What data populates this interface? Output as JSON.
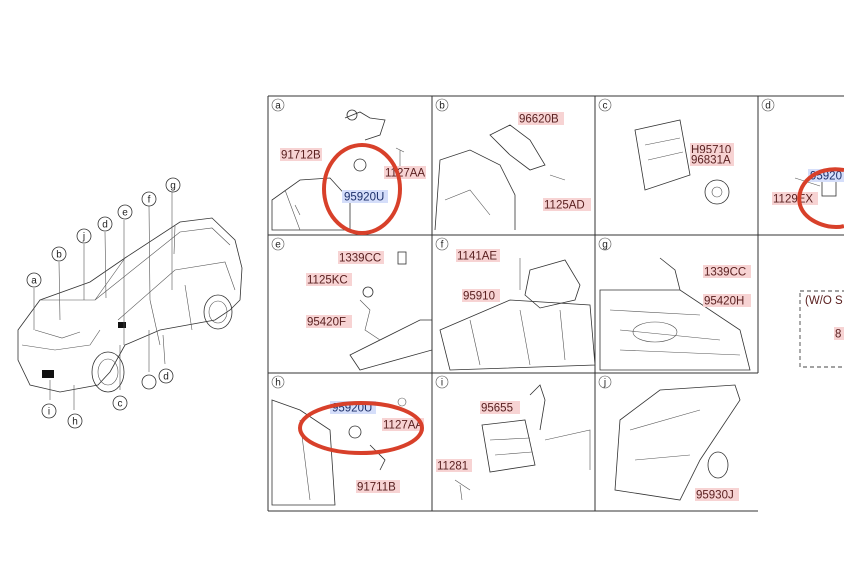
{
  "vehicle_callouts": [
    "a",
    "b",
    "c",
    "d",
    "e",
    "f",
    "g",
    "h",
    "i",
    "j",
    "d"
  ],
  "panels": {
    "a": {
      "letter": "a",
      "labels": [
        "91712B",
        "1127AA",
        "95920U"
      ]
    },
    "b": {
      "letter": "b",
      "labels": [
        "96620B",
        "1125AD"
      ]
    },
    "c": {
      "letter": "c",
      "labels": [
        "H95710",
        "96831A"
      ]
    },
    "d": {
      "letter": "d",
      "labels": [
        "95920",
        "1129EX"
      ]
    },
    "e": {
      "letter": "e",
      "labels": [
        "1339CC",
        "1125KC",
        "95420F"
      ]
    },
    "f": {
      "letter": "f",
      "labels": [
        "1141AE",
        "95910"
      ]
    },
    "g": {
      "letter": "g",
      "labels": [
        "1339CC",
        "95420H",
        "(W/O S",
        "8"
      ]
    },
    "h": {
      "letter": "h",
      "labels": [
        "95920U",
        "1127AA",
        "91711B"
      ]
    },
    "i": {
      "letter": "i",
      "labels": [
        "95655",
        "11281"
      ]
    },
    "j": {
      "letter": "j",
      "labels": [
        "95930J"
      ]
    }
  },
  "colors": {
    "label_bg": "#f7d3d3",
    "label_bg_blue": "#d5defa",
    "highlight_circle": "#d8402a"
  }
}
